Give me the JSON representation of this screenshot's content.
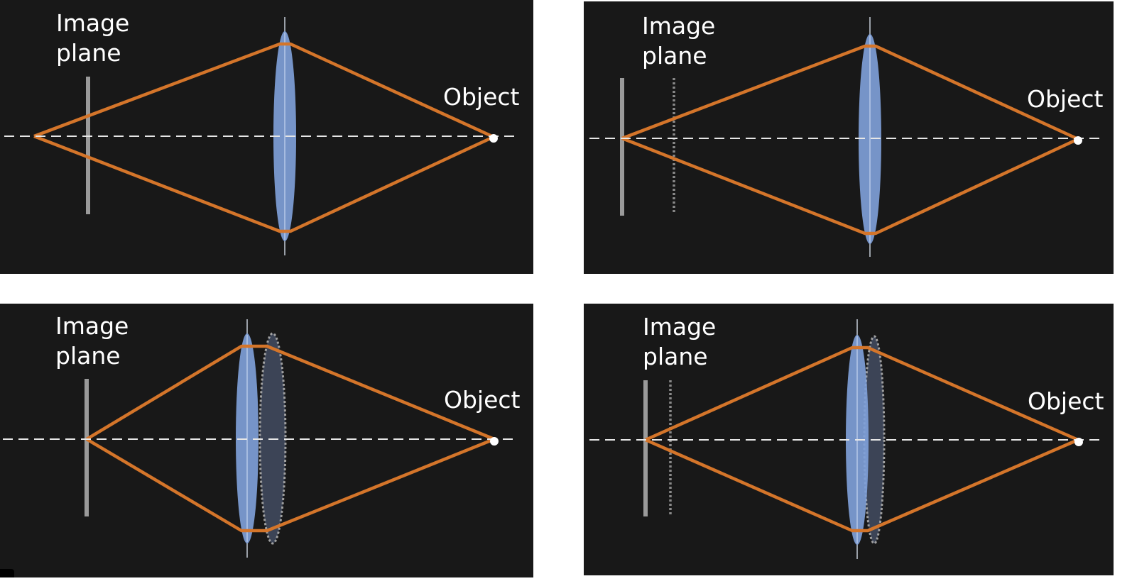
{
  "labels": {
    "image_plane_line1": "Image",
    "image_plane_line2": "plane",
    "object": "Object"
  },
  "colors": {
    "background": "#181818",
    "ray": "#d4752a",
    "lens_fill": "#7f9fd8",
    "ghost_lens_fill": "#3c4456",
    "plane": "#9a9a9a",
    "axis": "#e6e6e6",
    "text": "#ffffff"
  },
  "panels": [
    {
      "id": "top-left",
      "ghost_plane": false,
      "ghost_lens": false
    },
    {
      "id": "top-right",
      "ghost_plane": true,
      "ghost_lens": false
    },
    {
      "id": "bottom-left",
      "ghost_plane": false,
      "ghost_lens": true
    },
    {
      "id": "bottom-right",
      "ghost_plane": true,
      "ghost_lens": true
    }
  ]
}
